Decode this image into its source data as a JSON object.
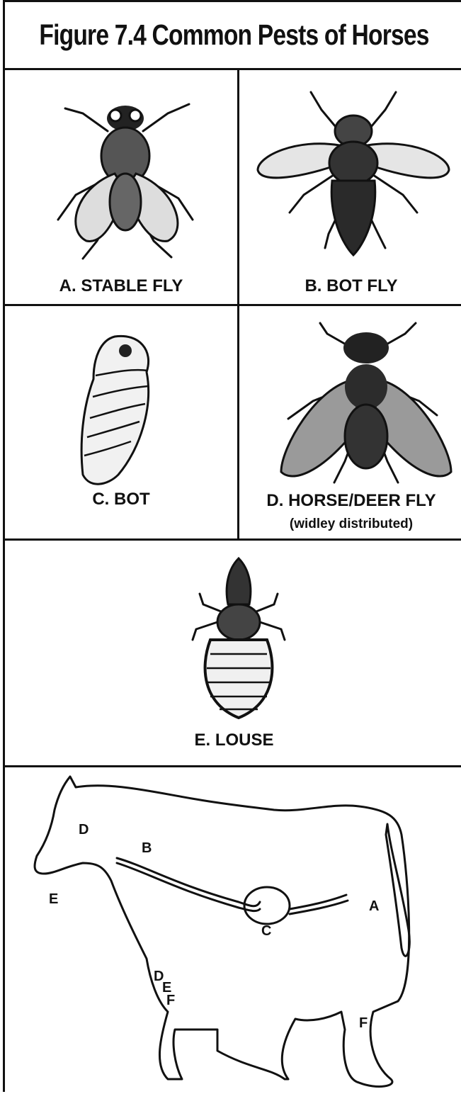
{
  "figure": {
    "title": "Figure 7.4 Common Pests of Horses"
  },
  "pests": [
    {
      "caption": "A. STABLE FLY",
      "icon": "stable-fly-icon"
    },
    {
      "caption": "B. BOT FLY",
      "icon": "bot-fly-icon"
    },
    {
      "caption": "C. BOT",
      "icon": "bot-larva-icon"
    },
    {
      "caption": "D. HORSE/DEER FLY",
      "note": "(widley distributed)",
      "icon": "horse-deer-fly-icon"
    },
    {
      "caption": "E. LOUSE",
      "icon": "louse-icon"
    }
  ],
  "horse_map": {
    "icon": "horse-outline-icon",
    "labels": [
      "D",
      "B",
      "E",
      "A",
      "C",
      "D",
      "E",
      "F",
      "F"
    ]
  }
}
